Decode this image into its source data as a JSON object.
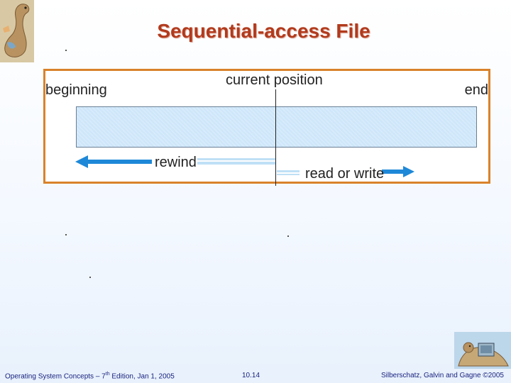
{
  "slide": {
    "title": "Sequential-access File"
  },
  "figure": {
    "label_beginning": "beginning",
    "label_current_position": "current position",
    "label_end": "end",
    "label_rewind": "rewind",
    "label_read_or_write": "read or write"
  },
  "footer": {
    "book_prefix": "Operating System Concepts – 7",
    "book_sup": "th",
    "book_suffix": " Edition, Jan 1, 2005",
    "page_number": "10.14",
    "copyright": "Silberschatz, Galvin and Gagne ©2005"
  },
  "colors": {
    "title": "#b23a1c",
    "frame": "#d9822b",
    "arrow": "#1e88d8",
    "file_fill": "#cde6f9"
  },
  "icons": {
    "logo_top": "dinosaur-logo-icon",
    "logo_bottom": "dinosaur-computer-icon"
  }
}
